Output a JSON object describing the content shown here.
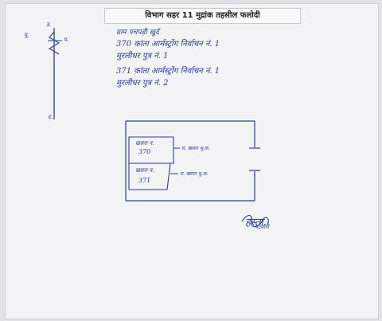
{
  "document": {
    "header_title": "विभाग सहर 11 मुद्रांक तहसील फलोदी",
    "lines": [
      "ग्राम पचपड़ी खुर्द",
      "370 कांता आर्मस्ट्रोंग निर्वाचन नं. 1",
      "मुरलीधर पुत्र नं. 1",
      "371 कांता आर्मस्ट्रोंग निर्वाचन नं. 1",
      "मुरलीधर पुत्र नं. 2"
    ],
    "north_marker": "उ.",
    "scale_left": "पू.",
    "scale_right": "प.",
    "south_marker": "द.",
    "plots": [
      {
        "label": "खसरा न.",
        "number": "370",
        "note": "रा. खसरा भू.क."
      },
      {
        "label": "खसरा न.",
        "number": "371",
        "note": "रा. खसरा भू.क."
      }
    ],
    "signature": "हस्ता.",
    "signature_note": "पटवारी"
  }
}
